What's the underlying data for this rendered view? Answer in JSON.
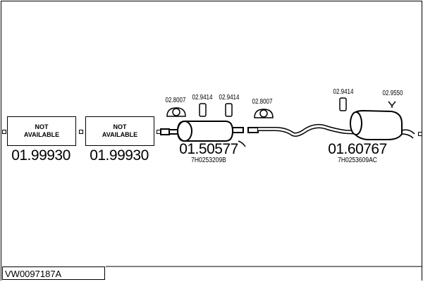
{
  "diagram_code": "VW0097187A",
  "parts": [
    {
      "status": [
        "NOT",
        "AVAILABLE"
      ],
      "number": "01.99930"
    },
    {
      "status": [
        "NOT",
        "AVAILABLE"
      ],
      "number": "01.99930"
    },
    {
      "number": "01.50577",
      "oem": "7H0253209B"
    },
    {
      "number": "01.60767",
      "oem": "7H0253609AC"
    }
  ],
  "fittings": [
    "02.8007",
    "02.9414",
    "02.9414",
    "02.8007",
    "02.9414",
    "02.9550"
  ]
}
